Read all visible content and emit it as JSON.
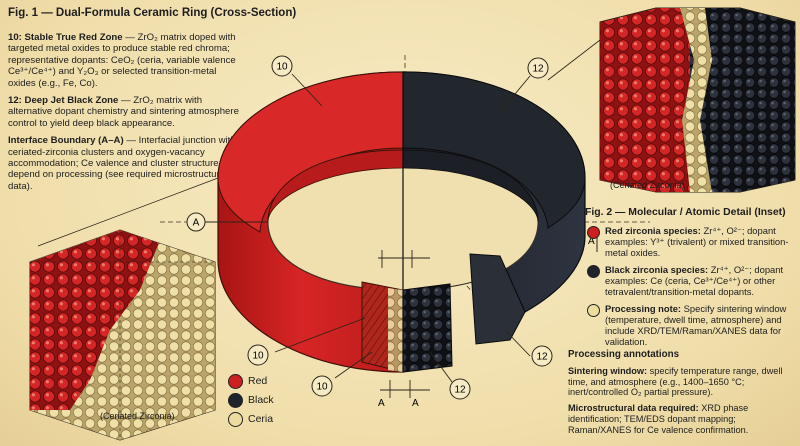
{
  "fig1": {
    "title": "Fig. 1 — Dual-Formula Ceramic Ring (Cross-Section)",
    "note_red_title": "10: Stable True Red Zone",
    "note_red_body": " — ZrO₂ matrix doped with targeted metal oxides to produce stable red chroma; representative dopants: CeO₂ (ceria, variable valence Ce³⁺/Ce⁴⁺) and Y₂O₃ or selected transition-metal oxides (e.g., Fe, Co).",
    "note_black_title": "12: Deep Jet Black Zone",
    "note_black_body": " — ZrO₂ matrix with alternative dopant chemistry and sintering atmosphere control to yield deep black appearance.",
    "note_iface_title": "Interface Boundary (A–A)",
    "note_iface_body": " — Interfacial junction with ceriated-zirconia clusters and oxygen-vacancy accommodation; Ce valence and cluster structure depend on processing (see required microstructural data)."
  },
  "callouts": {
    "red": "10",
    "black": "12",
    "section_a": "A",
    "section_a_lower": "A",
    "section_a_lower2": "A"
  },
  "legend": [
    {
      "label": "Red",
      "color": "#cc1f1f"
    },
    {
      "label": "Black",
      "color": "#1f232b"
    },
    {
      "label": "Ceria",
      "color": "#ecdca0"
    }
  ],
  "captions": {
    "inset_top": "(Ceriated Zirconia)",
    "inset_bottom": "(Ceriated Zirconia)"
  },
  "fig2": {
    "title": "Fig. 2 — Molecular / Atomic Detail (Inset)",
    "items": [
      {
        "title": "Red zirconia species:",
        "body": " Zr⁴⁺, O²⁻; dopant examples: Y³⁺ (trivalent) or mixed transition-metal oxides.",
        "color": "#cc1f1f"
      },
      {
        "title": "Black zirconia species:",
        "body": " Zr⁴⁺, O²⁻; dopant examples: Ce (ceria, Ce³⁺/Ce⁴⁺) or other tetravalent/transition-metal dopants.",
        "color": "#1f232b"
      },
      {
        "title": "Processing note:",
        "body": " Specify sintering window (temperature, dwell time, atmosphere) and include XRD/TEM/Raman/XANES data for validation.",
        "color": "#ecdca0"
      }
    ]
  },
  "processing": {
    "title": "Processing annotations",
    "sinter_title": "Sintering window:",
    "sinter_body": " specify temperature range, dwell time, and atmosphere (e.g., 1400–1650 °C; inert/controlled O₂ partial pressure).",
    "micro_title": "Microstructural data required:",
    "micro_body": " XRD phase identification; TEM/EDS dopant mapping; Raman/XANES for Ce valence confirmation."
  },
  "colors": {
    "red": "#cc1f1f",
    "black": "#1f232b",
    "ceria": "#ecdca0",
    "background": "#f3e3b6"
  }
}
